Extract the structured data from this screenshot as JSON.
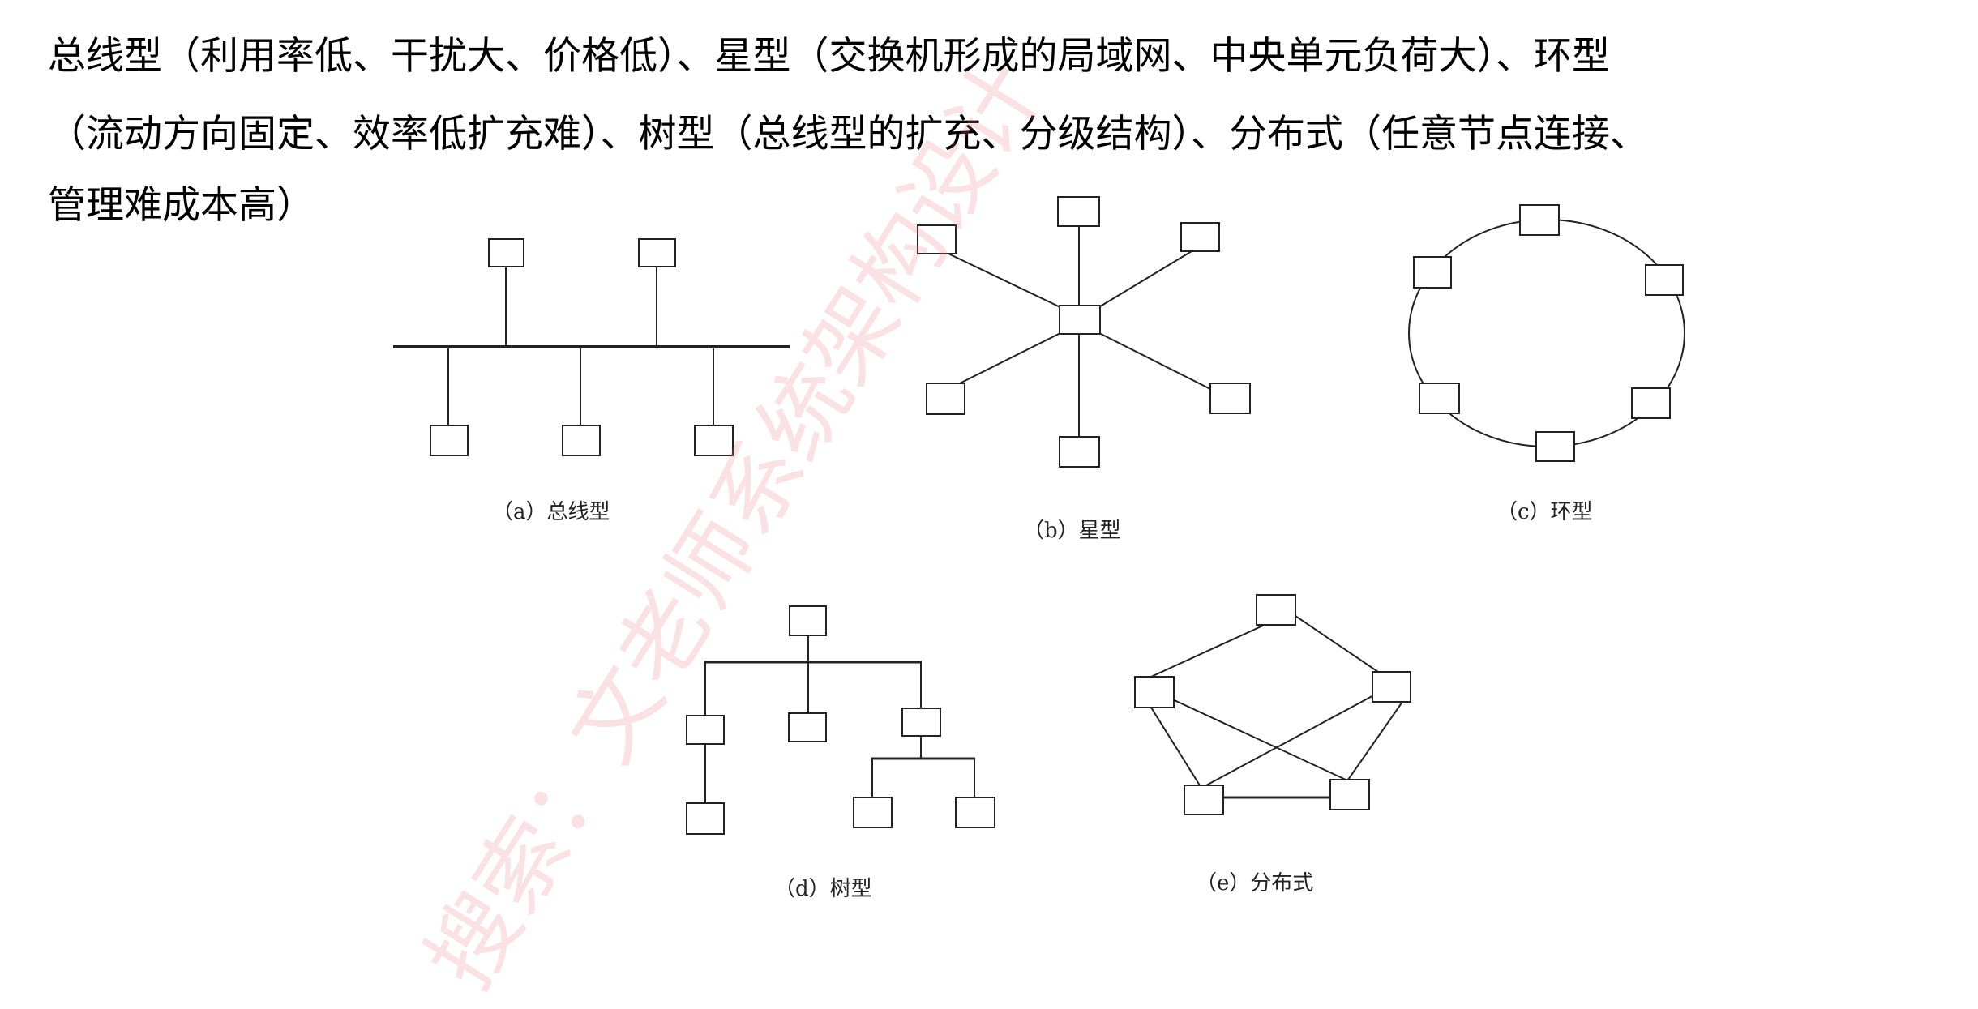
{
  "description_text": {
    "lines": [
      "总线型（利用率低、干扰大、价格低）、星型（交换机形成的局域网、中央单元负荷大）、环型",
      "（流动方向固定、效率低扩充难）、树型（总线型的扩充、分级结构）、分布式（任意节点连接、",
      "管理难成本高）"
    ]
  },
  "figures": {
    "bus": {
      "caption": "（a）总线型",
      "nodes": 5
    },
    "star": {
      "caption": "（b）星型",
      "nodes": 7
    },
    "ring": {
      "caption": "（c）环型",
      "nodes": 6
    },
    "tree": {
      "caption": "（d）树型",
      "nodes": 7
    },
    "distributed": {
      "caption": "（e）分布式",
      "nodes": 5
    }
  },
  "watermark": {
    "text": "搜索：文老师系统架构设计"
  },
  "colors": {
    "text": "#000000",
    "line": "#222222",
    "watermark": "#e6788280"
  }
}
